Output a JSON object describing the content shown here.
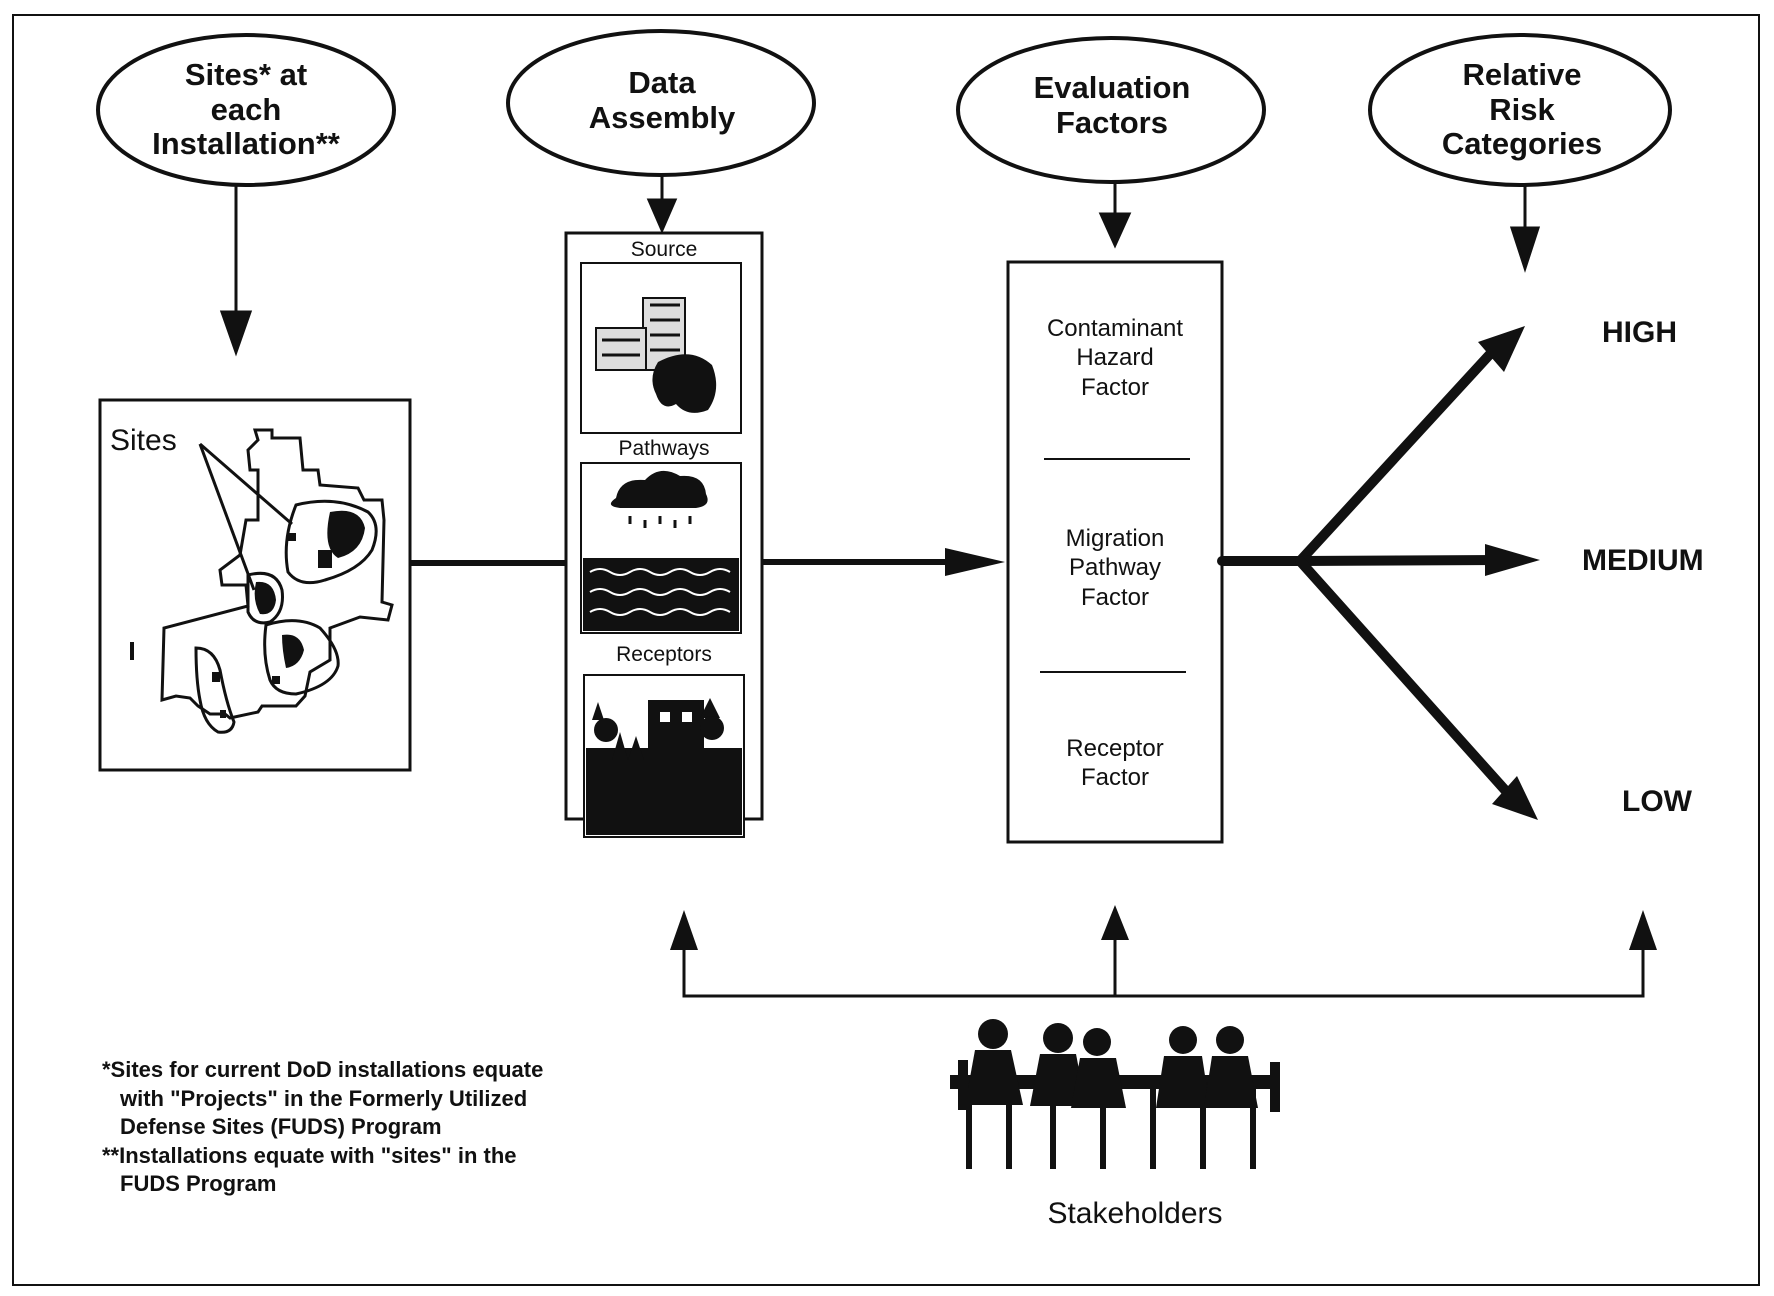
{
  "headers": {
    "sites": "Sites* at\neach\nInstallation**",
    "data_assembly": "Data\nAssembly",
    "evaluation": "Evaluation\nFactors",
    "risk_categories": "Relative\nRisk\nCategories"
  },
  "map_label": "Sites",
  "data_panels": {
    "source": "Source",
    "pathways": "Pathways",
    "receptors": "Receptors"
  },
  "factors": {
    "contaminant": "Contaminant\nHazard\nFactor",
    "migration": "Migration\nPathway\nFactor",
    "receptor": "Receptor\nFactor"
  },
  "risk_levels": {
    "high": "HIGH",
    "medium": "MEDIUM",
    "low": "LOW"
  },
  "stakeholders": "Stakeholders",
  "footnotes": [
    "*Sites for current DoD installations equate with \"Projects\" in the Formerly Utilized Defense Sites (FUDS) Program",
    "**Installations equate with \"sites\" in the FUDS Program"
  ]
}
